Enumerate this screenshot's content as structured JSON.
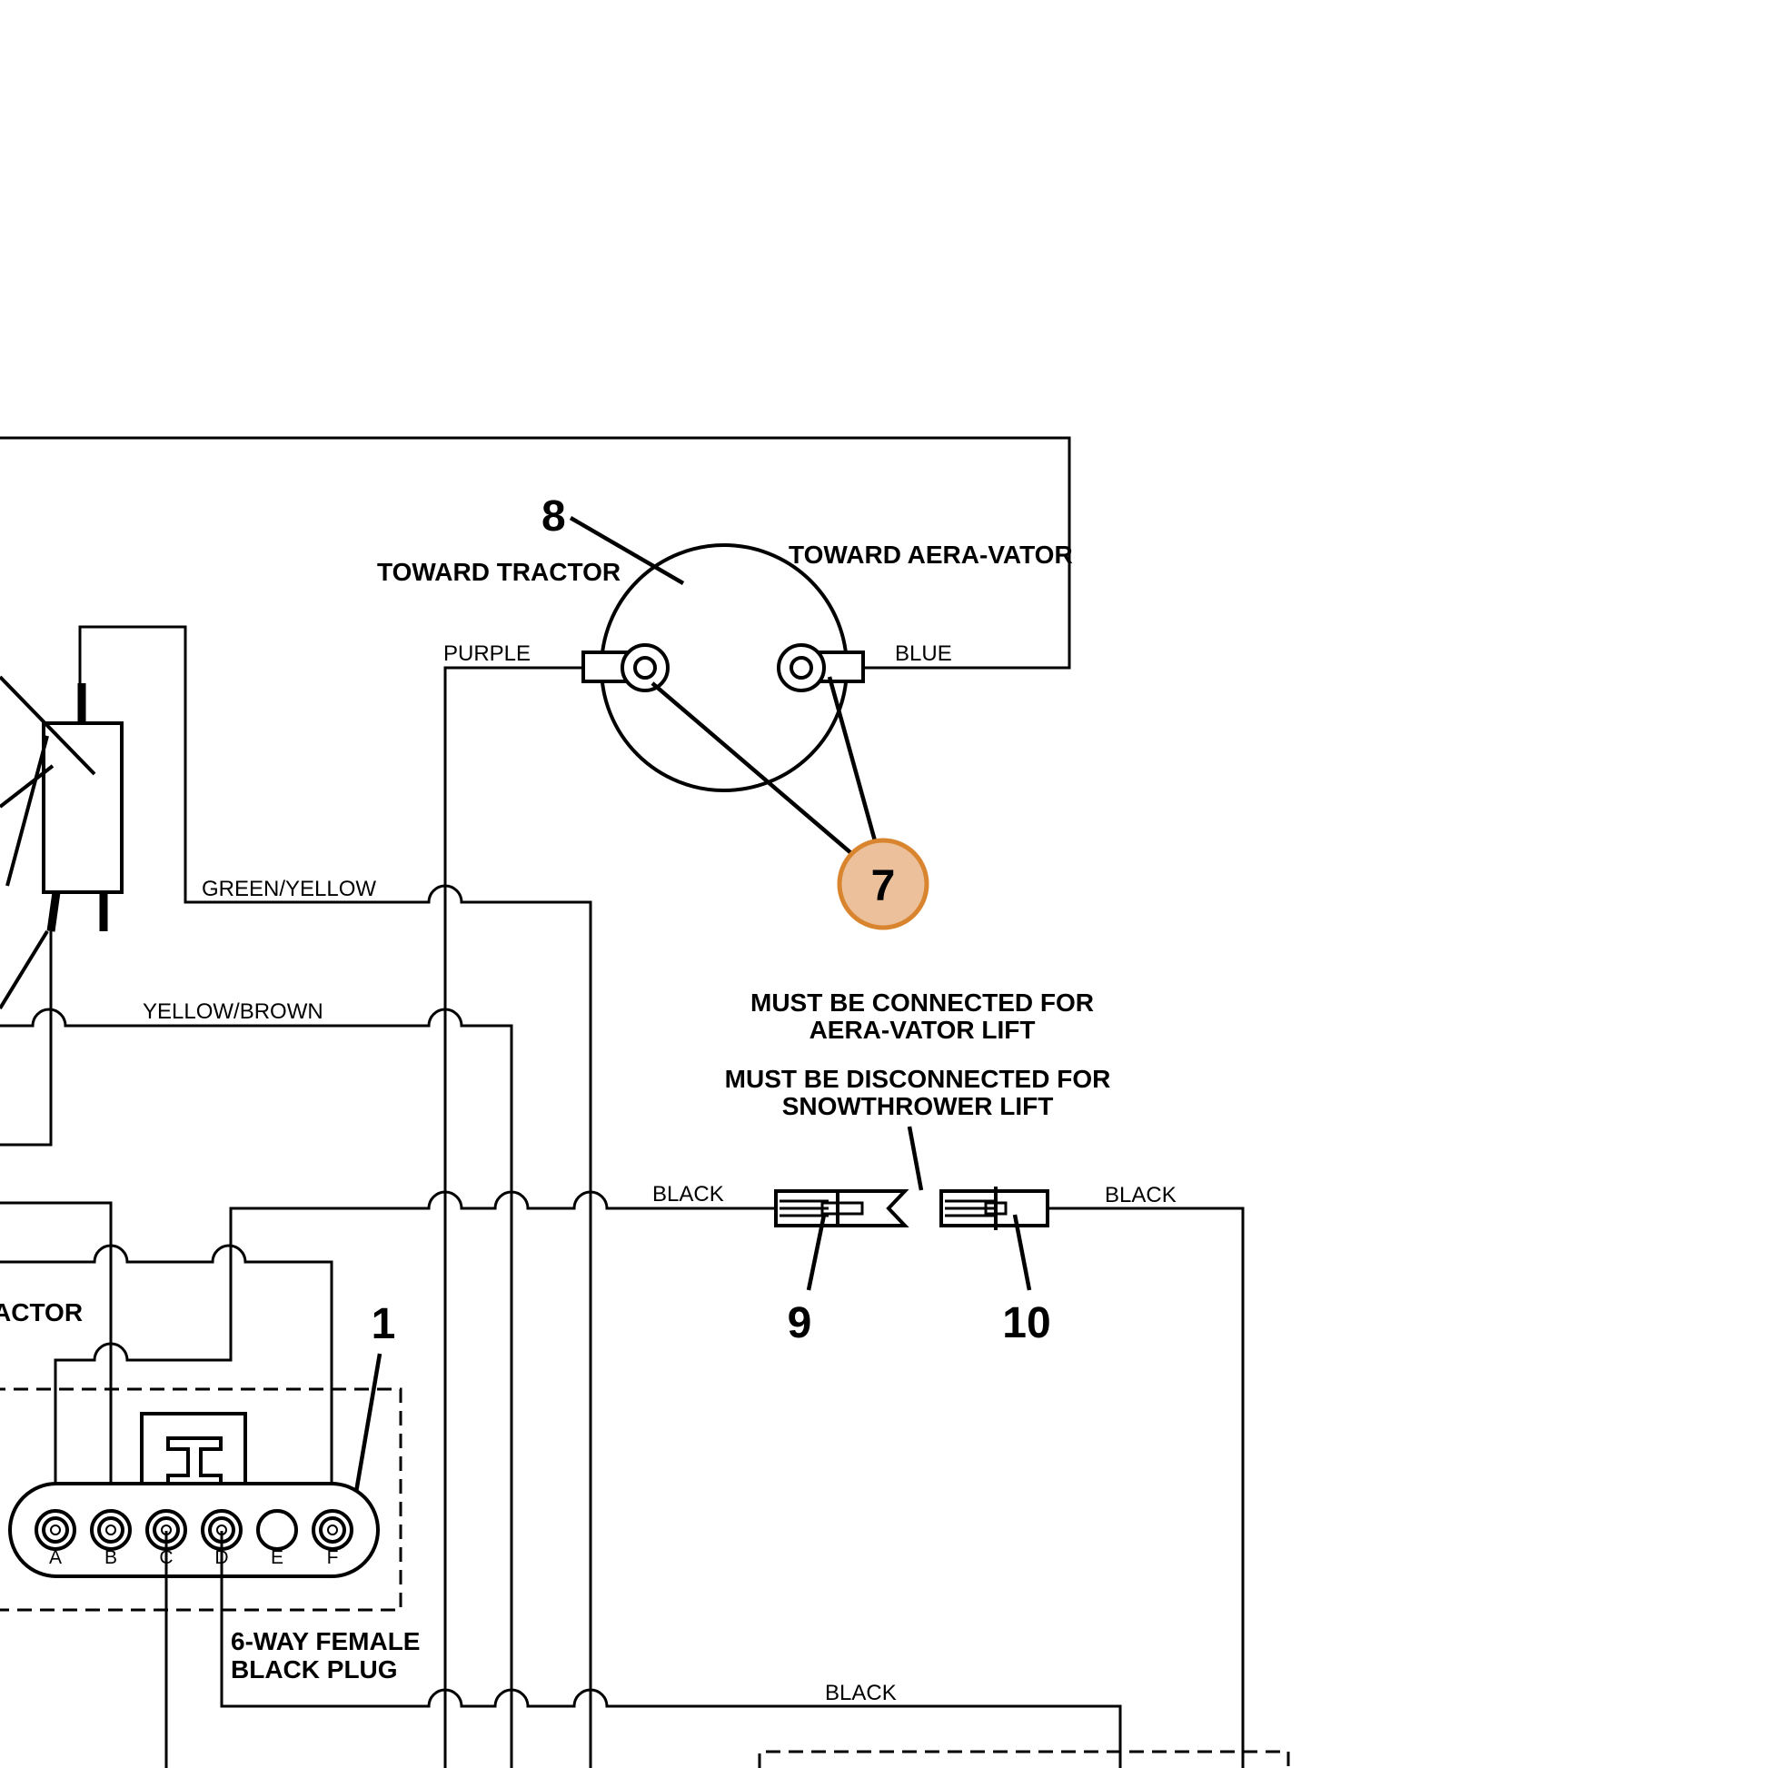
{
  "diagram": {
    "callouts": {
      "c1": "1",
      "c7": "7",
      "c8": "8",
      "c9": "9",
      "c10": "10"
    },
    "labels": {
      "toward_tractor": "TOWARD TRACTOR",
      "toward_aeravator": "TOWARD AERA-VATOR",
      "tractor_partial": "ACTOR",
      "plug_line1": "6-WAY FEMALE",
      "plug_line2": "BLACK PLUG",
      "connect_note_line1": "MUST BE CONNECTED FOR",
      "connect_note_line2": "AERA-VATOR LIFT",
      "disconnect_note_line1": "MUST BE DISCONNECTED FOR",
      "disconnect_note_line2": "SNOWTHROWER LIFT"
    },
    "wires": {
      "purple": "PURPLE",
      "blue": "BLUE",
      "green_yellow": "GREEN/YELLOW",
      "yellow_brown": "YELLOW/BROWN",
      "black_left": "BLACK",
      "black_right": "BLACK",
      "black_bottom": "BLACK"
    },
    "pins": [
      "A",
      "B",
      "C",
      "D",
      "E",
      "F"
    ],
    "highlight_color": "#ebc09a",
    "highlight_stroke": "#d9852f"
  }
}
